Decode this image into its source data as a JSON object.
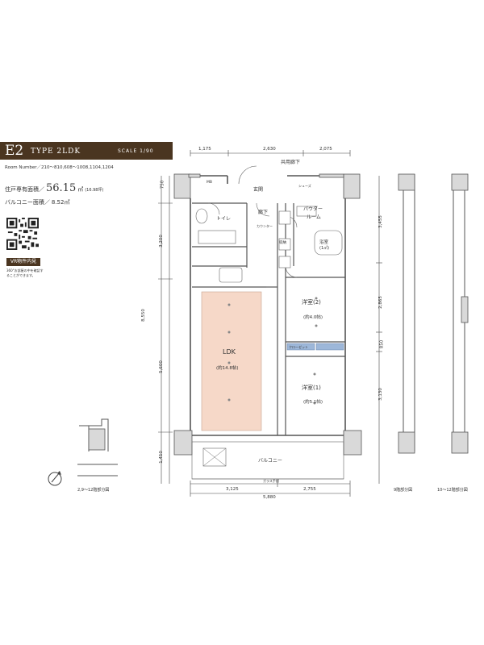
{
  "header": {
    "type_code": "E2",
    "type_label": "TYPE 2LDK",
    "scale": "SCALE 1/90"
  },
  "room_number": "Room Number／210～810,608～1008,1104,1204",
  "area": {
    "exclusive_label": "住戸専有面積／",
    "exclusive_value": "56.15",
    "exclusive_unit": "㎡",
    "exclusive_tsubo": "(16.98坪)",
    "balcony_label": "バルコニー面積／",
    "balcony_value": "8.52㎡"
  },
  "vr": {
    "badge": "VR物件内見",
    "note": "360°お部屋の中を確認することができます。"
  },
  "dimensions": {
    "top": [
      "1,175",
      "2,630",
      "2,075"
    ],
    "bottom": [
      "3,125",
      "2,755"
    ],
    "bottom_total": "5,880",
    "left": [
      "750",
      "3,200",
      "5,600",
      "1,450"
    ],
    "left_total": "8,550",
    "right": [
      "3,455",
      "2,865",
      "850",
      "3,130"
    ]
  },
  "rooms": {
    "common_corridor": "共用廊下",
    "entrance": "玄関",
    "hallway": "廊下",
    "toilet": "トイレ",
    "powder_room_1": "パウダー",
    "powder_room_2": "ルーム",
    "bath_1": "浴室",
    "bath_2": "(1㎡)",
    "western2": "洋室(2)",
    "western2_size": "(約4.0帖)",
    "ldk": "LDK",
    "ldk_size": "(約14.8帖)",
    "western1": "洋室(1)",
    "western1_size": "(約5.1帖)",
    "balcony": "バルコニー",
    "storage": "収納",
    "closet": "クローゼット",
    "counter": "カウンター",
    "mb": "MB",
    "shoes": "シューズ",
    "glass_rail": "ガラス手摺"
  },
  "captions": {
    "left": "2,9～12階部分図",
    "mid": "9階部分図",
    "right": "10～12階部分図"
  },
  "colors": {
    "header_bg": "#4a3520",
    "ldk_fill": "#f6d8c8"
  },
  "icons": [
    "compass-icon",
    "qr-code"
  ]
}
